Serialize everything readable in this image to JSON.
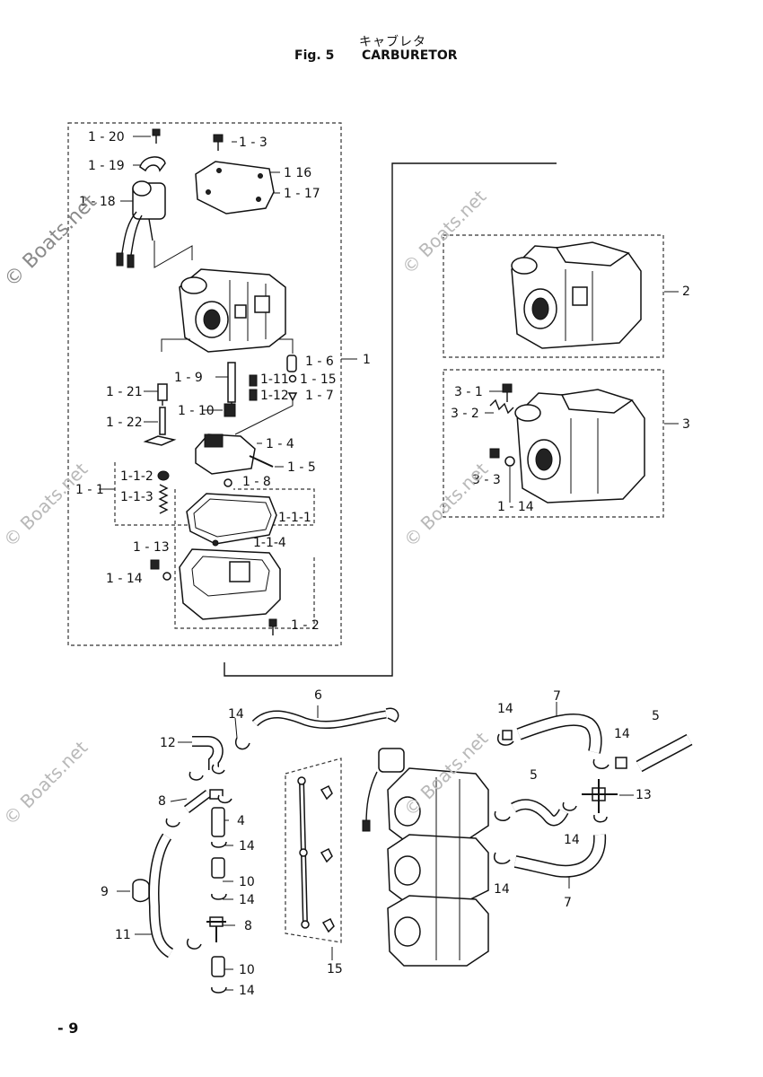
{
  "header": {
    "title_jp": "キャブレタ",
    "fig_label": "Fig. 5",
    "fig_title": "CARBURETOR"
  },
  "watermark": "© Boats.net",
  "page_number": "- 9",
  "callouts": [
    {
      "id": "1-20",
      "text": "1 - 20"
    },
    {
      "id": "1-3",
      "text": "1 - 3"
    },
    {
      "id": "1-19",
      "text": "1 - 19"
    },
    {
      "id": "1-16",
      "text": "1   16"
    },
    {
      "id": "1-18",
      "text": "1 - 18"
    },
    {
      "id": "1-17",
      "text": "1 - 17"
    },
    {
      "id": "1",
      "text": "1"
    },
    {
      "id": "1-6",
      "text": "1 - 6"
    },
    {
      "id": "1-9",
      "text": "1 - 9"
    },
    {
      "id": "1-15",
      "text": "1 - 15"
    },
    {
      "id": "1-11",
      "text": "1-11"
    },
    {
      "id": "1-21",
      "text": "1 - 21"
    },
    {
      "id": "1-12",
      "text": "1-12"
    },
    {
      "id": "1-7",
      "text": "1 - 7"
    },
    {
      "id": "1-10",
      "text": "1 - 10"
    },
    {
      "id": "1-22",
      "text": "1 - 22"
    },
    {
      "id": "1-4",
      "text": "1 - 4"
    },
    {
      "id": "1-5",
      "text": "1 - 5"
    },
    {
      "id": "1-1-2",
      "text": "1-1-2"
    },
    {
      "id": "1-8",
      "text": "1 - 8"
    },
    {
      "id": "1-1",
      "text": "1 - 1"
    },
    {
      "id": "1-1-3",
      "text": "1-1-3"
    },
    {
      "id": "1-1-1",
      "text": "1-1-1"
    },
    {
      "id": "1-1-4",
      "text": "1-1-4"
    },
    {
      "id": "1-13",
      "text": "1 - 13"
    },
    {
      "id": "1-14a",
      "text": "1 - 14"
    },
    {
      "id": "1-2",
      "text": "1 - 2"
    },
    {
      "id": "2",
      "text": "2"
    },
    {
      "id": "3-1",
      "text": "3 - 1"
    },
    {
      "id": "3-2",
      "text": "3 - 2"
    },
    {
      "id": "3",
      "text": "3"
    },
    {
      "id": "3-3",
      "text": "3 - 3"
    },
    {
      "id": "1-14b",
      "text": "1 - 14"
    },
    {
      "id": "6",
      "text": "6"
    },
    {
      "id": "7a",
      "text": "7"
    },
    {
      "id": "14a",
      "text": "14"
    },
    {
      "id": "14b",
      "text": "14"
    },
    {
      "id": "5a",
      "text": "5"
    },
    {
      "id": "12",
      "text": "12"
    },
    {
      "id": "14c",
      "text": "14"
    },
    {
      "id": "5b",
      "text": "5"
    },
    {
      "id": "8a",
      "text": "8"
    },
    {
      "id": "13",
      "text": "13"
    },
    {
      "id": "4",
      "text": "4"
    },
    {
      "id": "14d",
      "text": "14"
    },
    {
      "id": "14e",
      "text": "14"
    },
    {
      "id": "9",
      "text": "9"
    },
    {
      "id": "10a",
      "text": "10"
    },
    {
      "id": "14f",
      "text": "14"
    },
    {
      "id": "14g",
      "text": "14"
    },
    {
      "id": "7b",
      "text": "7"
    },
    {
      "id": "8b",
      "text": "8"
    },
    {
      "id": "11",
      "text": "11"
    },
    {
      "id": "10b",
      "text": "10"
    },
    {
      "id": "15",
      "text": "15"
    },
    {
      "id": "14h",
      "text": "14"
    }
  ]
}
